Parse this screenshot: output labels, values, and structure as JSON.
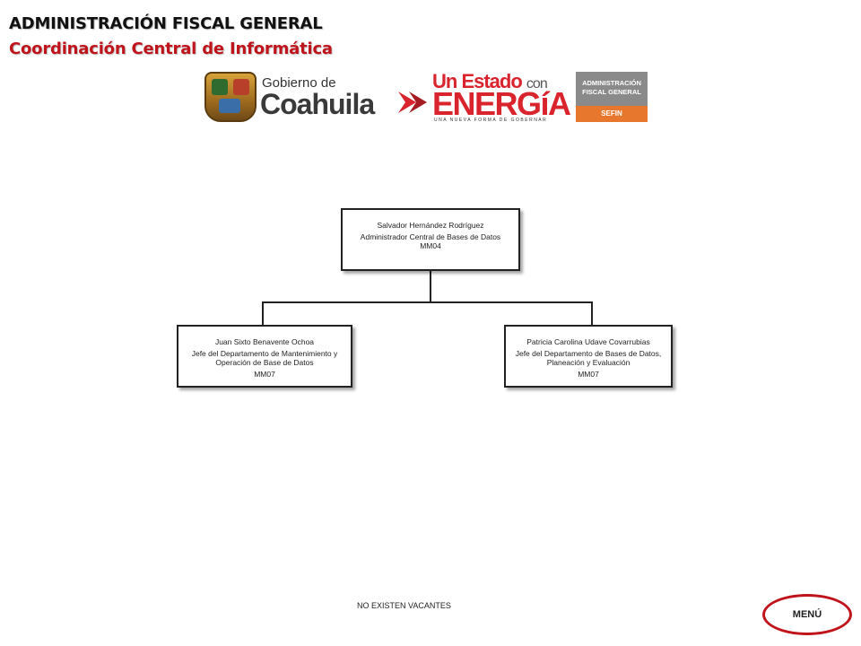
{
  "header": {
    "title": "ADMINISTRACIÓN FISCAL GENERAL",
    "subtitle": "Coordinación Central de Informática"
  },
  "logos": {
    "coahuila": {
      "small": "Gobierno de",
      "big": "Coahuila"
    },
    "energia": {
      "top": "Un Estado",
      "con": "con",
      "main": "ENERGíA",
      "sub": "UNA NUEVA FORMA DE GOBERNAR"
    },
    "afg": {
      "line1": "ADMINISTRACIÓN",
      "line2": "FISCAL GENERAL",
      "tag": "SEFIN"
    }
  },
  "org": {
    "root": {
      "name": "Salvador Hernández Rodríguez",
      "role": "Administrador Central  de Bases de Datos",
      "code": "MM04"
    },
    "left": {
      "name": "Juan Sixto Benavente Ochoa",
      "role": "Jefe del Departamento de Mantenimiento y Operación de Base de Datos",
      "code": "MM07"
    },
    "right": {
      "name": "Patricia Carolina Udave Covarrubias",
      "role": "Jefe del Departamento de Bases de Datos, Planeación y Evaluación",
      "code": "MM07"
    }
  },
  "footer": {
    "vacancies": "NO EXISTEN  VACANTES",
    "menu_label": "MENÚ"
  },
  "colors": {
    "accent_red": "#c0141c",
    "energia_red": "#d9232d",
    "afg_orange": "#e8772e",
    "afg_gray": "#8a8a8a"
  }
}
